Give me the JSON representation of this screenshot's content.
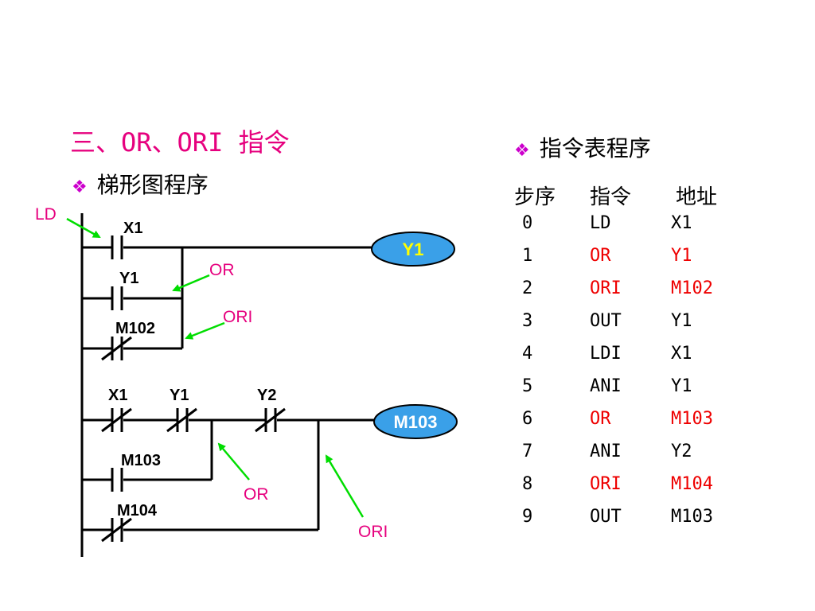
{
  "title": "三、OR、ORI 指令",
  "left_heading": "梯形图程序",
  "right_heading": "指令表程序",
  "bullet_icon": "❖",
  "table": {
    "headers": [
      "步序",
      "指令",
      "地址"
    ],
    "rows": [
      {
        "step": "0",
        "instr": "LD",
        "addr": "X1",
        "highlight": false
      },
      {
        "step": "1",
        "instr": "OR",
        "addr": "Y1",
        "highlight": true
      },
      {
        "step": "2",
        "instr": "ORI",
        "addr": "M102",
        "highlight": true
      },
      {
        "step": "3",
        "instr": "OUT",
        "addr": "Y1",
        "highlight": false
      },
      {
        "step": "4",
        "instr": "LDI",
        "addr": "X1",
        "highlight": false
      },
      {
        "step": "5",
        "instr": "ANI",
        "addr": "Y1",
        "highlight": false
      },
      {
        "step": "6",
        "instr": "OR",
        "addr": "M103",
        "highlight": true
      },
      {
        "step": "7",
        "instr": "ANI",
        "addr": "Y2",
        "highlight": false
      },
      {
        "step": "8",
        "instr": "ORI",
        "addr": "M104",
        "highlight": true
      },
      {
        "step": "9",
        "instr": "OUT",
        "addr": "M103",
        "highlight": false
      }
    ]
  },
  "ladder": {
    "contact_labels": {
      "x1_a": "X1",
      "y1_a": "Y1",
      "m102": "M102",
      "x1_b": "X1",
      "y1_b": "Y1",
      "y2_b": "Y2",
      "m103": "M103",
      "m104": "M104"
    },
    "coils": {
      "y1": "Y1",
      "m103": "M103"
    },
    "annotations": {
      "ld": "LD",
      "or1": "OR",
      "ori1": "ORI",
      "or2": "OR",
      "ori2": "ORI"
    }
  },
  "colors": {
    "title": "#e6007e",
    "highlight": "#ee0000",
    "coil_fill": "#3aa0e8",
    "coil_text_y1": "#ffff00",
    "arrow": "#00dd00"
  }
}
